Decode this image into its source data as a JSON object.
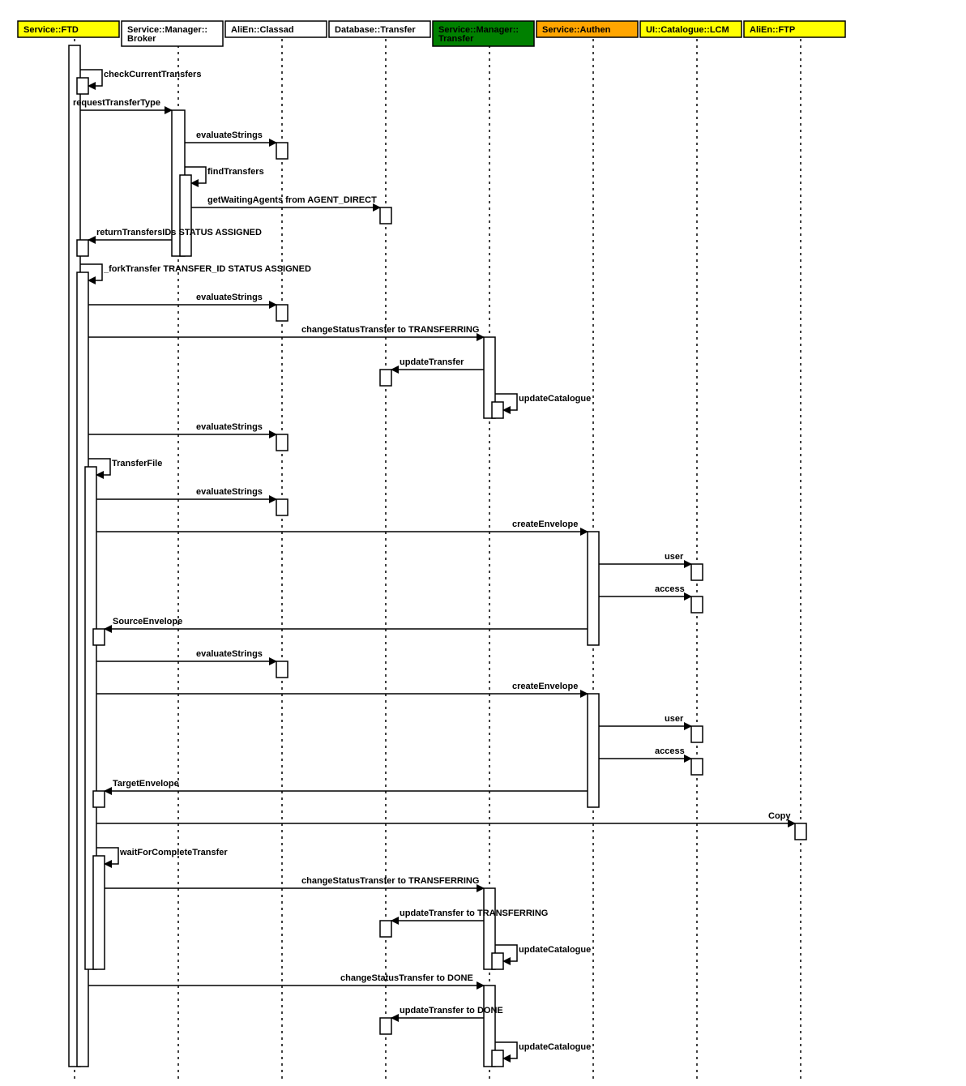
{
  "participants": [
    {
      "name": "Service::FTD",
      "color": "#ffff00"
    },
    {
      "name": "Service::Manager::\nBroker",
      "color": "#ffffff"
    },
    {
      "name": "AliEn::Classad",
      "color": "#ffffff"
    },
    {
      "name": "Database::Transfer",
      "color": "#ffffff"
    },
    {
      "name": "Service::Manager::\nTransfer",
      "color": "#008000"
    },
    {
      "name": "Service::Authen",
      "color": "#ffa500"
    },
    {
      "name": "UI::Catalogue::LCM",
      "color": "#ffff00"
    },
    {
      "name": "AliEn::FTP",
      "color": "#ffff00"
    }
  ],
  "messages": [
    {
      "text": "checkCurrentTransfers"
    },
    {
      "text": "requestTransferType"
    },
    {
      "text": "evaluateStrings"
    },
    {
      "text": "findTransfers"
    },
    {
      "text": "getWaitingAgents from AGENT_DIRECT"
    },
    {
      "text": "returnTransfersIDs STATUS ASSIGNED"
    },
    {
      "text": "_forkTransfer TRANSFER_ID STATUS ASSIGNED"
    },
    {
      "text": "evaluateStrings"
    },
    {
      "text": "changeStatusTransfer to TRANSFERRING"
    },
    {
      "text": "updateTransfer"
    },
    {
      "text": "updateCatalogue"
    },
    {
      "text": "evaluateStrings"
    },
    {
      "text": "TransferFile"
    },
    {
      "text": "evaluateStrings"
    },
    {
      "text": "createEnvelope"
    },
    {
      "text": "user"
    },
    {
      "text": "access"
    },
    {
      "text": "SourceEnvelope"
    },
    {
      "text": "evaluateStrings"
    },
    {
      "text": "createEnvelope"
    },
    {
      "text": "user"
    },
    {
      "text": "access"
    },
    {
      "text": "TargetEnvelope"
    },
    {
      "text": "Copy"
    },
    {
      "text": "waitForCompleteTransfer"
    },
    {
      "text": "changeStatusTransfer to TRANSFERRING"
    },
    {
      "text": "updateTransfer to TRANSFERRING"
    },
    {
      "text": "updateCatalogue"
    },
    {
      "text": "changeStatusTransfer to DONE"
    },
    {
      "text": "updateTransfer to DONE"
    },
    {
      "text": "updateCatalogue"
    }
  ]
}
